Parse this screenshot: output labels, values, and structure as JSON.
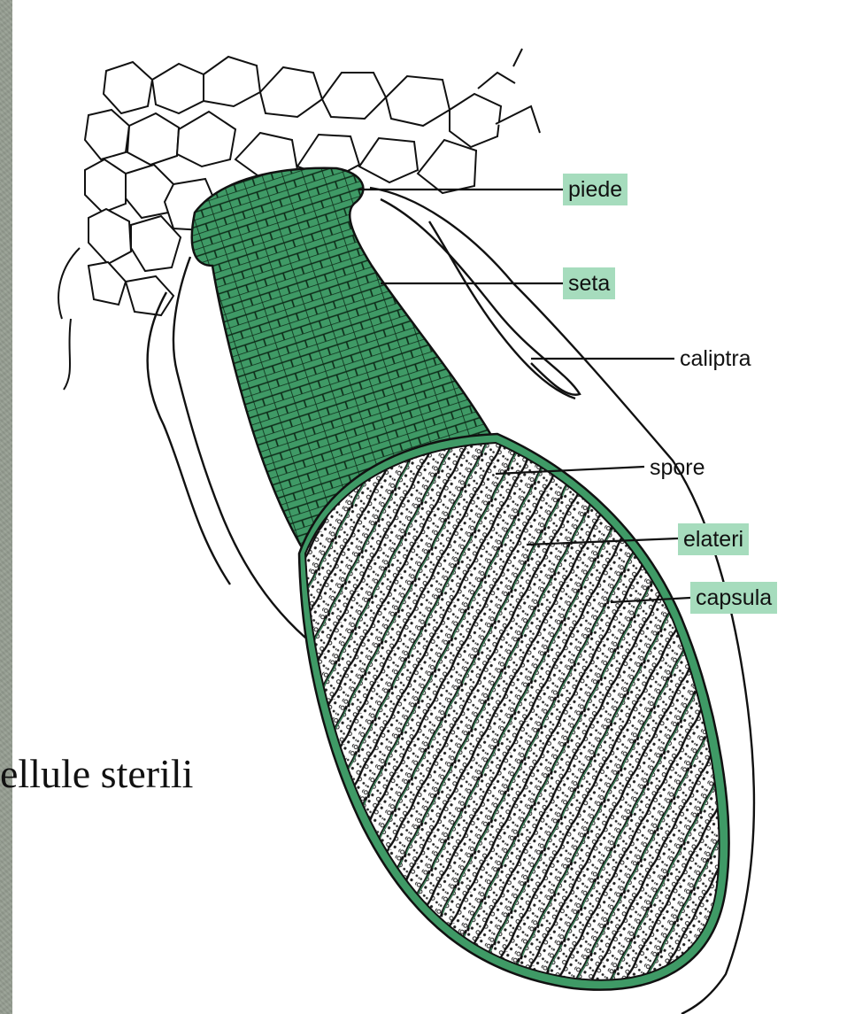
{
  "labels": {
    "piede": "piede",
    "seta": "seta",
    "caliptra": "caliptra",
    "spore": "spore",
    "elateri": "elateri",
    "capsula": "capsula"
  },
  "caption": "ellule sterili",
  "colors": {
    "tissue_green": "#3f9a66",
    "label_highlight": "#a6dcbd",
    "ink": "#111111",
    "background_left_strip": "#949c90"
  }
}
